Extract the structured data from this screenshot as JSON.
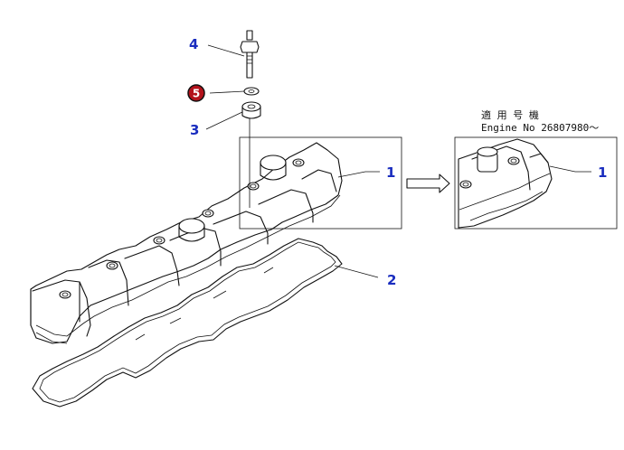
{
  "callouts": {
    "n1_main": "1",
    "n1_detail": "1",
    "n2": "2",
    "n3": "3",
    "n4": "4",
    "n5": "5"
  },
  "detail_note": {
    "line1": "適 用 号 機",
    "line2": "Engine No 26807980～"
  },
  "colors": {
    "callout_blue": "#1a2dbf",
    "highlight_red": "#b3121b",
    "line": "#111111"
  },
  "icons": {
    "arrow": "right-arrow-icon"
  }
}
